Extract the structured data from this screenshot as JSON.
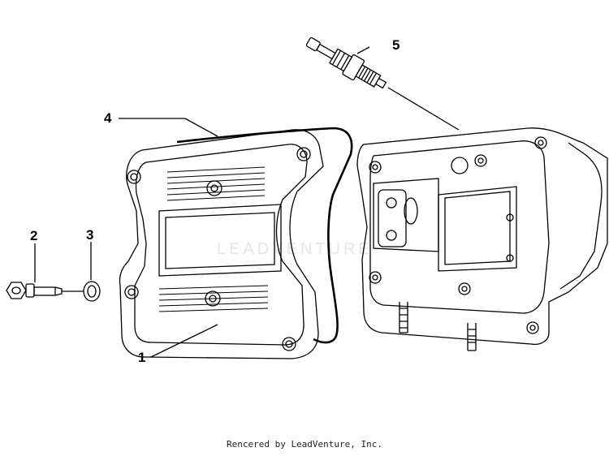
{
  "callouts": {
    "c1": "1",
    "c2": "2",
    "c3": "3",
    "c4": "4",
    "c5": "5"
  },
  "watermark_text": "LEADVENTURE",
  "footer_text": "Rencered by LeadVenture, Inc.",
  "colors": {
    "line": "#000000",
    "background": "#ffffff",
    "watermark": "#e6e6e6"
  }
}
